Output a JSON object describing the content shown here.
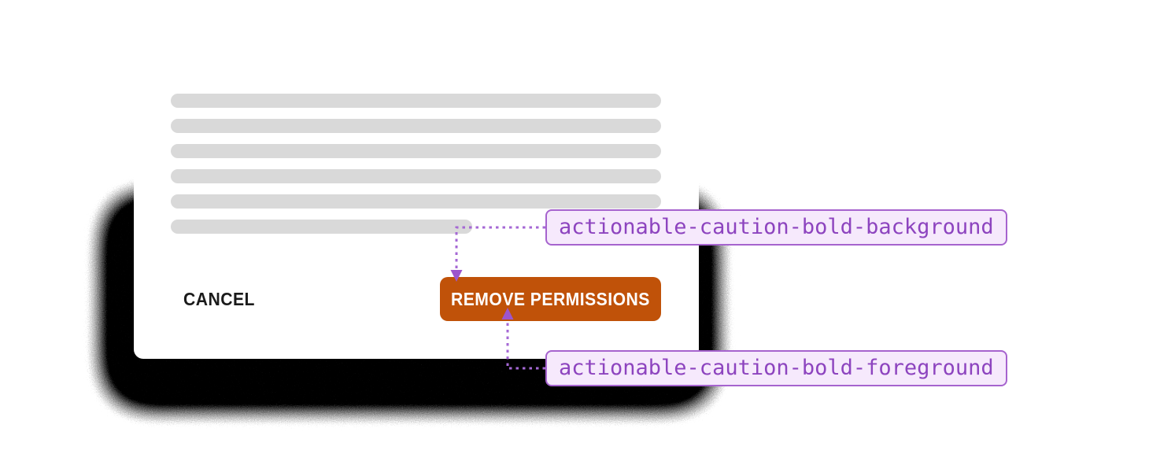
{
  "dialog": {
    "cancel_label": "CANCEL",
    "confirm_label": "REMOVE PERMISSIONS",
    "skeleton_line_count": 6,
    "last_line_short": true
  },
  "annotations": {
    "background_token": {
      "label": "actionable-caution-bold-background"
    },
    "foreground_token": {
      "label": "actionable-caution-bold-foreground"
    }
  },
  "colors": {
    "button_background": "#C05209",
    "button_foreground": "#FFFFFF",
    "annotation_background": "#F6E9FC",
    "annotation_border": "#A663CE",
    "annotation_text": "#8D44BF",
    "connector": "#A568D4",
    "skeleton_line": "#D9D9D9",
    "card_background": "#FFFFFF",
    "cancel_text": "#1B1B1B"
  }
}
